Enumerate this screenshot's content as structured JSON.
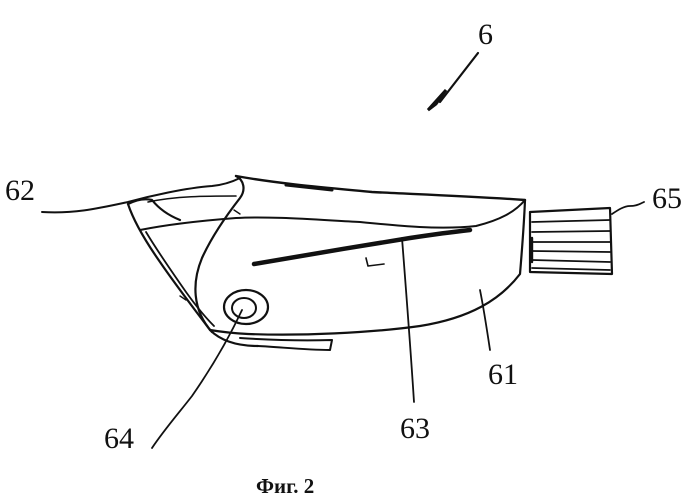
{
  "figure": {
    "labels": {
      "assembly": "6",
      "body": "61",
      "surface": "62",
      "blade": "63",
      "pivot": "64",
      "bristles": "65"
    },
    "caption": "Фиг. 2"
  }
}
